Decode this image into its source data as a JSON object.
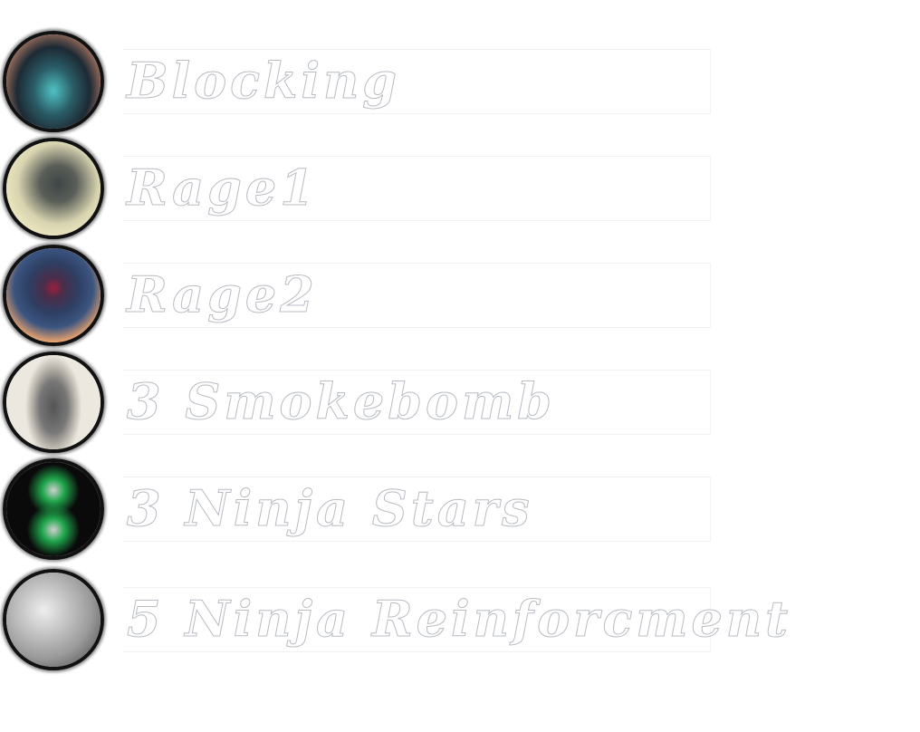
{
  "abilities": [
    {
      "label": "Blocking",
      "icon": "hooded-shield-icon",
      "colors": [
        "#3c8f93",
        "#d88d6e",
        "#1d2a34"
      ]
    },
    {
      "label": "Rage1",
      "icon": "ninja-kick-icon",
      "colors": [
        "#f1ecc4",
        "#3e4646",
        "#8a8a6c"
      ]
    },
    {
      "label": "Rage2",
      "icon": "red-eyed-ninja-icon",
      "colors": [
        "#2e3f63",
        "#e8a16c",
        "#9b1f3c"
      ]
    },
    {
      "label": "3 Smokebomb",
      "icon": "smoke-ninja-icon",
      "colors": [
        "#ece7df",
        "#555555",
        "#b5b0a8"
      ]
    },
    {
      "label": "3 Ninja Stars",
      "icon": "ninja-star-icon",
      "colors": [
        "#0a0a0a",
        "#1fa54a",
        "#d0d0d0"
      ]
    },
    {
      "label": "5 Ninja Reinforcment",
      "icon": "ninja-group-icon",
      "colors": [
        "#d9d9d9",
        "#555555",
        "#9a9a9a"
      ]
    }
  ]
}
